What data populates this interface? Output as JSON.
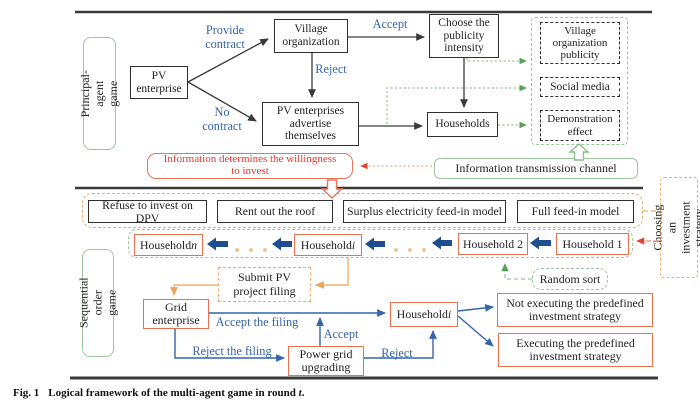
{
  "top": {
    "pv_enterprise": "PV\nenterprise",
    "village_org": "Village\norganization",
    "choose_publicity": "Choose the\npublicity\nintensity",
    "pv_advertise": "PV enterprises\nadvertise\nthemselves",
    "households": "Households",
    "vop": "Village\norganization\npublicity",
    "social_media": "Social media",
    "demo_effect": "Demonstration\neffect",
    "info_channel": "Information transmission channel",
    "info_determines": "Information determines the willingness\nto invest",
    "labels": {
      "provide_contract": "Provide\ncontract",
      "no_contract": "No\ncontract",
      "accept": "Accept",
      "reject": "Reject"
    }
  },
  "side_labels": {
    "principal": "Principal-agent\ngame",
    "sequential": "Sequential order\ngame",
    "choosing": "Choosing an\ninvestment strategy"
  },
  "strategies": {
    "refuse": "Refuse to invest on DPV",
    "rent": "Rent out the roof",
    "surplus": "Surplus electricity feed-in model",
    "full": "Full feed-in model"
  },
  "households_row": {
    "n_prefix": "Household ",
    "n_var": "n",
    "i_prefix": "Household ",
    "i_var": "i",
    "h2": "Household 2",
    "h1": "Household 1",
    "random_sort": "Random sort"
  },
  "bottom": {
    "submit_filing": "Submit PV\nproject filing",
    "grid_enterprise": "Grid\nenterprise",
    "power_grid": "Power grid\nupgrading",
    "household_i_prefix": "Household ",
    "household_i_var": "i",
    "not_executing": "Not executing the predefined\ninvestment strategy",
    "executing": "Executing the predefined\ninvestment strategy",
    "labels": {
      "accept_filing": "Accept the filing",
      "reject_filing": "Reject the filing",
      "accept": "Accept",
      "reject": "Reject"
    }
  },
  "caption": {
    "fig": "Fig. 1",
    "text": "Logical framework of the multi-agent game in round ",
    "var": "t",
    "period": "."
  },
  "colors": {
    "line_dark": "#3a3a3a",
    "blue_label": "#3465ab",
    "blue_block_arrow": "#1e4e90",
    "orange_border": "#e8724d",
    "orange_light": "#f0ad6d",
    "green": "#9cc79c",
    "red_text": "#e0392a",
    "red_border": "#e8735a"
  }
}
